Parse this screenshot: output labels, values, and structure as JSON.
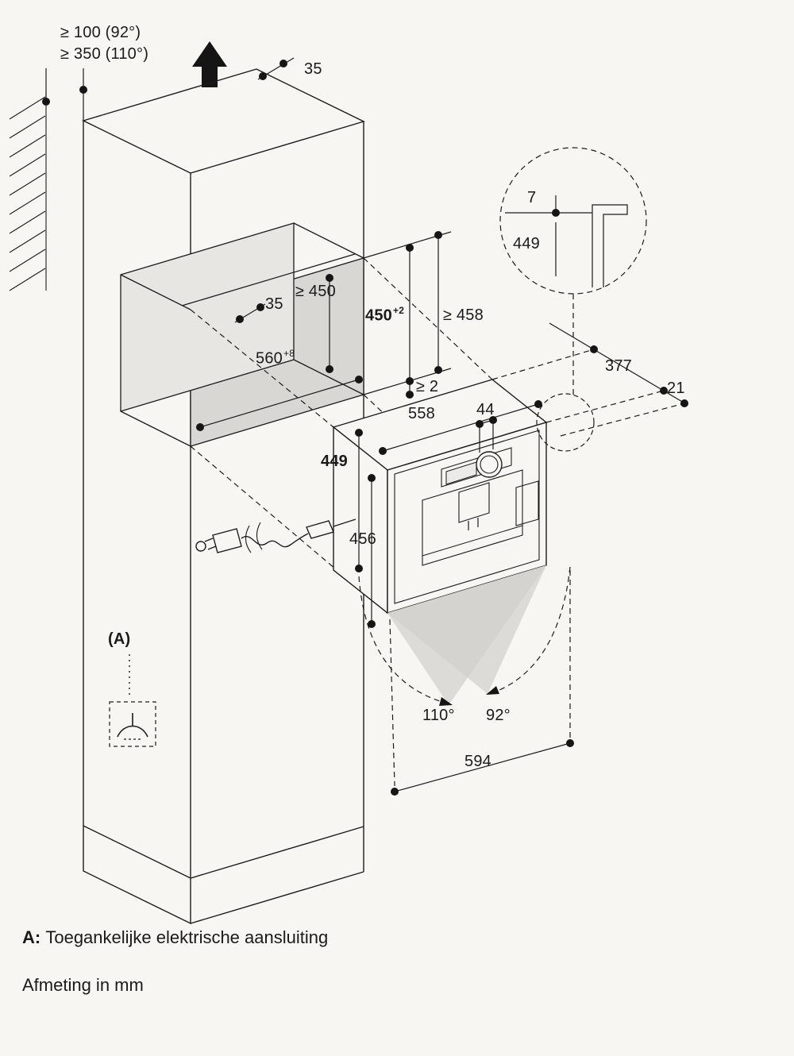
{
  "diagram": {
    "labels": {
      "clearance_92": "≥ 100 (92°)",
      "clearance_110": "≥ 350 (110°)",
      "top_overhang": "35",
      "detail_gap": "7",
      "detail_height": "449",
      "niche_min_height": "≥ 450",
      "niche_lip": "35",
      "cutout_height": {
        "value": "450",
        "sup": "+2"
      },
      "min_clearance_458": "≥ 458",
      "niche_width": {
        "value": "560",
        "sup": "+8"
      },
      "gap_min": "≥ 2",
      "appliance_width": "558",
      "knob_dim": "44",
      "depth": "377",
      "frame_overhang": "21",
      "appliance_height": "449",
      "body_height": "456",
      "door_angle_110": "110°",
      "door_angle_92": "92°",
      "door_width": "594",
      "connection_marker": "(A)"
    },
    "notes": {
      "a_prefix": "A:",
      "a_text": "Toegankelijke elektrische aansluiting",
      "units": "Afmeting in mm"
    },
    "colors": {
      "background": "#f7f6f2",
      "line": "#1c1c1c",
      "shade": "#d8d7d3"
    }
  }
}
